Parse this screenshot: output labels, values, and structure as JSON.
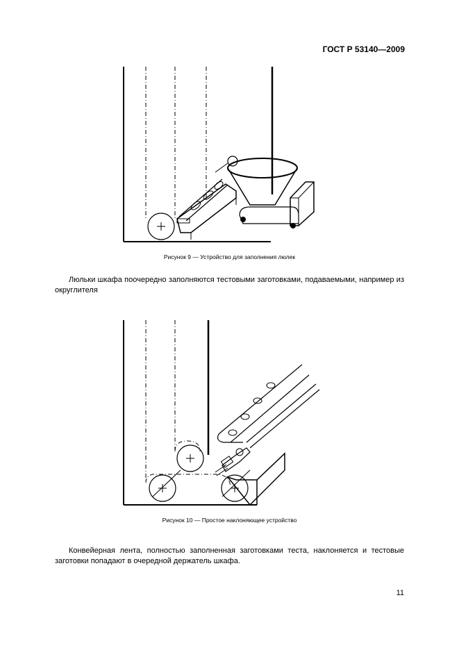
{
  "header": {
    "standard_code": "ГОСТ Р 53140—2009"
  },
  "figure9": {
    "caption": "Рисунок 9 — Устройство для заполнения люлек"
  },
  "paragraph1": {
    "text": "Люльки шкафа поочередно заполняются тестовыми заготовками, подаваемыми, например из округлителя"
  },
  "figure10": {
    "caption": "Рисунок 10 — Простое наклоняющее устройство"
  },
  "paragraph2": {
    "text": "Конвейерная лента, полностью заполненная заготовками теста, наклоняется и тестовые заготовки попадают в очередной держатель шкафа."
  },
  "footer": {
    "page_number": "11"
  }
}
